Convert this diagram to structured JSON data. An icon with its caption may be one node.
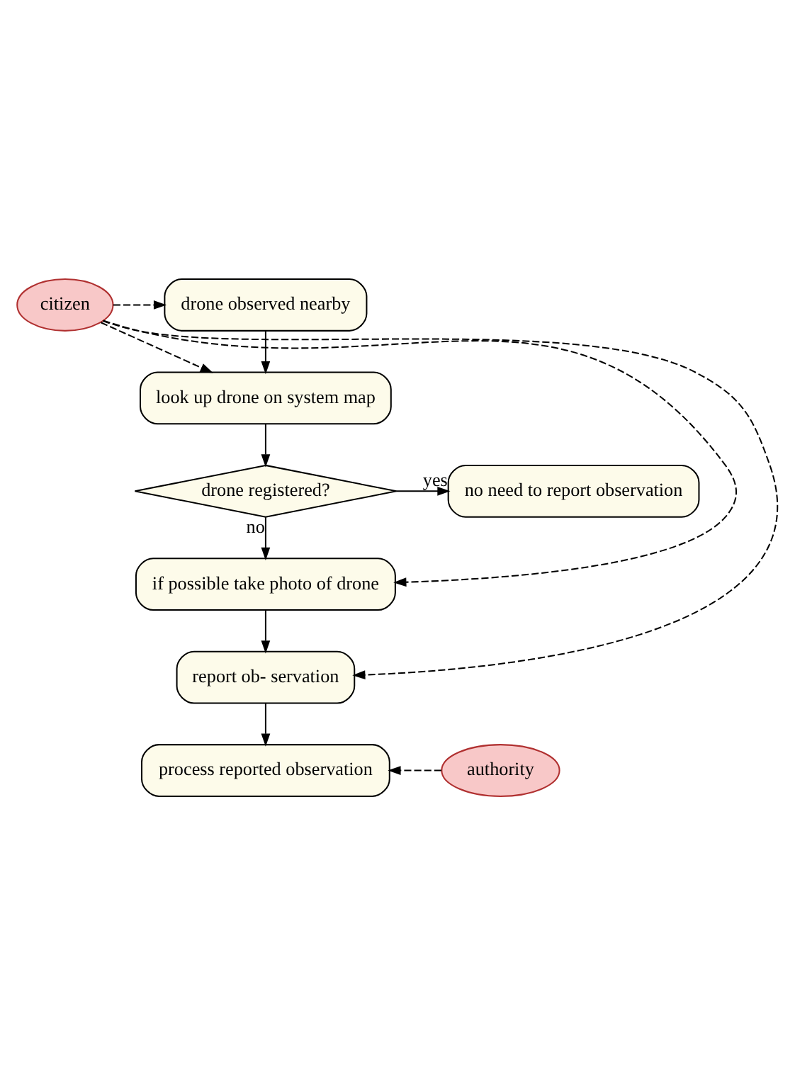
{
  "diagram": {
    "nodes": [
      {
        "text": [
          "citizen"
        ]
      },
      {
        "text": [
          "drone observed nearby"
        ]
      },
      {
        "text": [
          "look up drone on system map"
        ]
      },
      {
        "text": [
          "drone registered?"
        ]
      },
      {
        "text": [
          "no need to report observation"
        ]
      },
      {
        "text": [
          "if possible take photo of drone"
        ]
      },
      {
        "text": [
          "report ob- servation"
        ]
      },
      {
        "text": [
          "process reported observation"
        ]
      },
      {
        "text": [
          "authority"
        ]
      }
    ],
    "edges": [
      {
        "from": 0,
        "to": 1,
        "arrow": "to",
        "style": "dashed"
      },
      {
        "from": 0,
        "to": 2,
        "arrow": "to",
        "style": "dashed"
      },
      {
        "from": 0,
        "to": 5,
        "arrow": "to",
        "style": "dashed"
      },
      {
        "from": 0,
        "to": 6,
        "arrow": "to",
        "style": "dashed"
      },
      {
        "from": 1,
        "to": 2,
        "arrow": "to"
      },
      {
        "from": 2,
        "to": 3,
        "arrow": "to"
      },
      {
        "from": 3,
        "to": 4,
        "arrow": "to",
        "label": "yes"
      },
      {
        "from": 3,
        "to": 5,
        "arrow": "to",
        "label": "no"
      },
      {
        "from": 5,
        "to": 6,
        "arrow": "to"
      },
      {
        "from": 6,
        "to": 7,
        "arrow": "to"
      },
      {
        "from": 8,
        "to": 7,
        "arrow": "to",
        "style": "dashed"
      }
    ]
  }
}
